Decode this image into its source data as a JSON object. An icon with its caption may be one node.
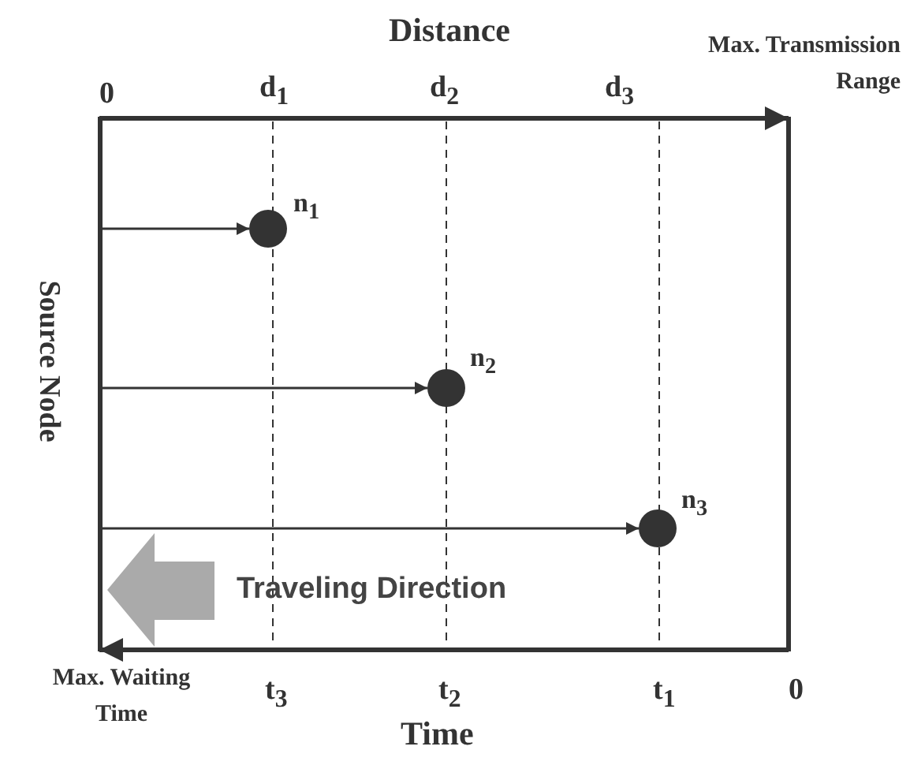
{
  "diagram": {
    "nodes": [
      {
        "text": [
          "Source Node"
        ]
      },
      {
        "text": [],
        "shape": "circle",
        "beside": [
          "n$_{1}$"
        ]
      },
      {
        "text": [],
        "shape": "circle",
        "beside": [
          "n$_{2}$"
        ]
      },
      {
        "text": [],
        "shape": "circle",
        "beside": [
          "n$_{3}$"
        ]
      }
    ],
    "edges": [
      {
        "from": 0,
        "to": 1,
        "arrow": "to"
      },
      {
        "from": 0,
        "to": 2,
        "arrow": "to"
      },
      {
        "from": 0,
        "to": 3,
        "arrow": "to"
      }
    ],
    "labels": [
      "Distance",
      "Max. Transmission Range",
      "0",
      "d$_{1}$",
      "d$_{2}$",
      "d$_{3}$",
      "Traveling Direction",
      "Max. Waiting Time",
      "t$_{3}$",
      "t$_{2}$",
      "t$_{1}$",
      "0",
      "Time"
    ]
  }
}
